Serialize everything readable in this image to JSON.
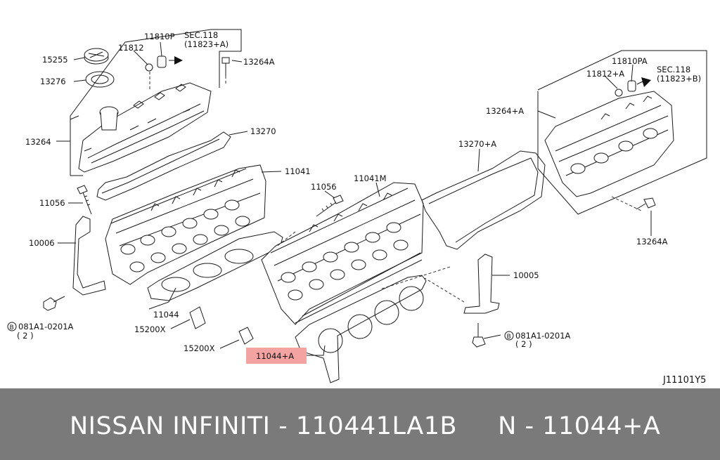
{
  "diagram": {
    "labels": {
      "p15255": "15255",
      "p13276": "13276",
      "p13264": "13264",
      "p11812": "11812",
      "p11810p": "11810P",
      "sec118a": "SEC.118",
      "sec118a_ref": "(11823+A)",
      "p13264a_left": "13264A",
      "p13270": "13270",
      "p11041": "11041",
      "p11056_left": "11056",
      "p10006": "10006",
      "p11044": "11044",
      "p15200x_a": "15200X",
      "p15200x_b": "15200X",
      "p11044a": "11044+A",
      "bolt_left": "081A1-0201A",
      "bolt_left_qty": "( 2 )",
      "p11056_mid": "11056",
      "p11041m": "11041M",
      "p13270a": "13270+A",
      "p13264a_plus": "13264+A",
      "p11812a": "11812+A",
      "p11810pa": "11810PA",
      "sec118b": "SEC.118",
      "sec118b_ref": "(11823+B)",
      "p13264a_right": "13264A",
      "p10005": "10005",
      "bolt_right": "081A1-0201A",
      "bolt_right_qty": "( 2 )",
      "bolt_symbol": "B",
      "diagram_id": "J11101Y5"
    },
    "highlight_color": "#f4a3a3"
  },
  "footer": {
    "text": "NISSAN INFINITI - 110441LA1B     N - 11044+A",
    "background": "#7a7a7a",
    "color": "#ffffff"
  }
}
